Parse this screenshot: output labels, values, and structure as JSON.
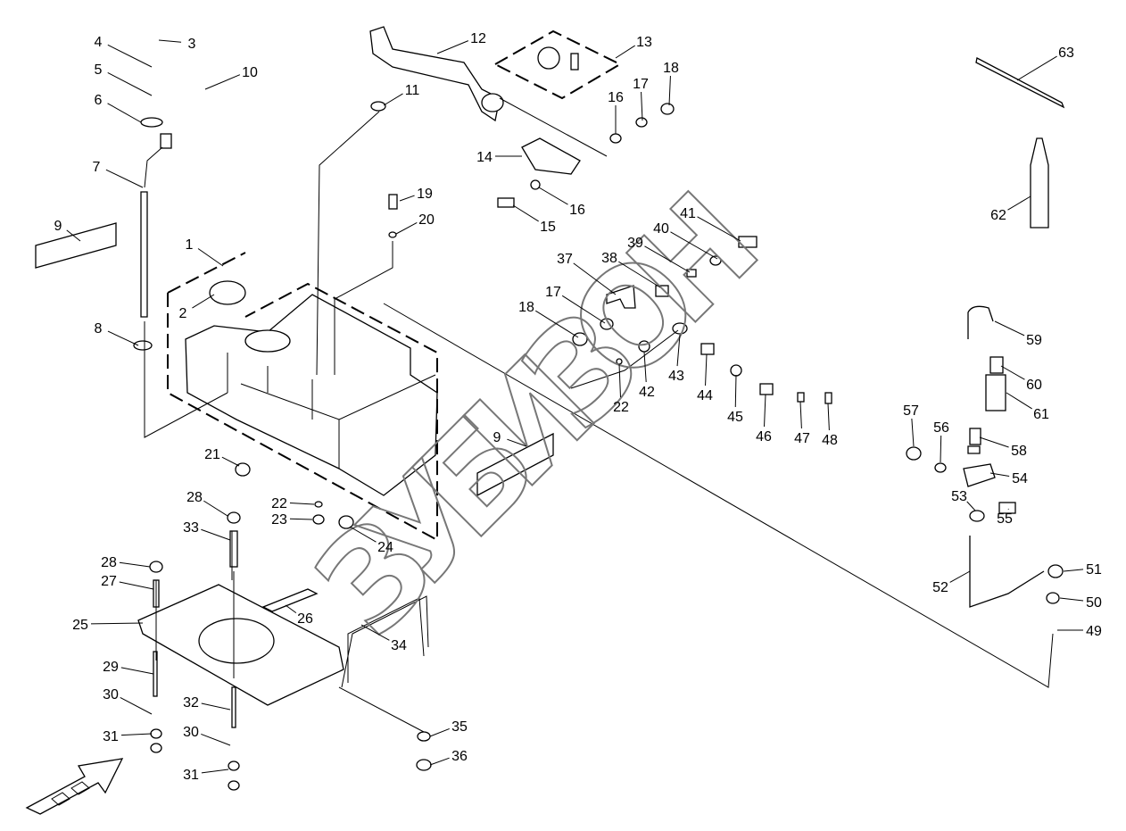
{
  "diagram": {
    "callouts": [
      "3",
      "4",
      "5",
      "10",
      "6",
      "7",
      "9",
      "1",
      "2",
      "8",
      "11",
      "12",
      "13",
      "18",
      "17",
      "16",
      "14",
      "16",
      "15",
      "19",
      "20",
      "41",
      "40",
      "39",
      "38",
      "37",
      "17",
      "18",
      "63",
      "62",
      "59",
      "60",
      "61",
      "58",
      "57",
      "56",
      "54",
      "53",
      "55",
      "51",
      "52",
      "50",
      "49",
      "43",
      "44",
      "45",
      "46",
      "47",
      "48",
      "42",
      "22",
      "9",
      "21",
      "28",
      "22",
      "23",
      "24",
      "33",
      "28",
      "27",
      "25",
      "26",
      "34",
      "29",
      "30",
      "31",
      "32",
      "30",
      "31",
      "35",
      "36"
    ],
    "watermark": "ЗУБИЗОН"
  }
}
